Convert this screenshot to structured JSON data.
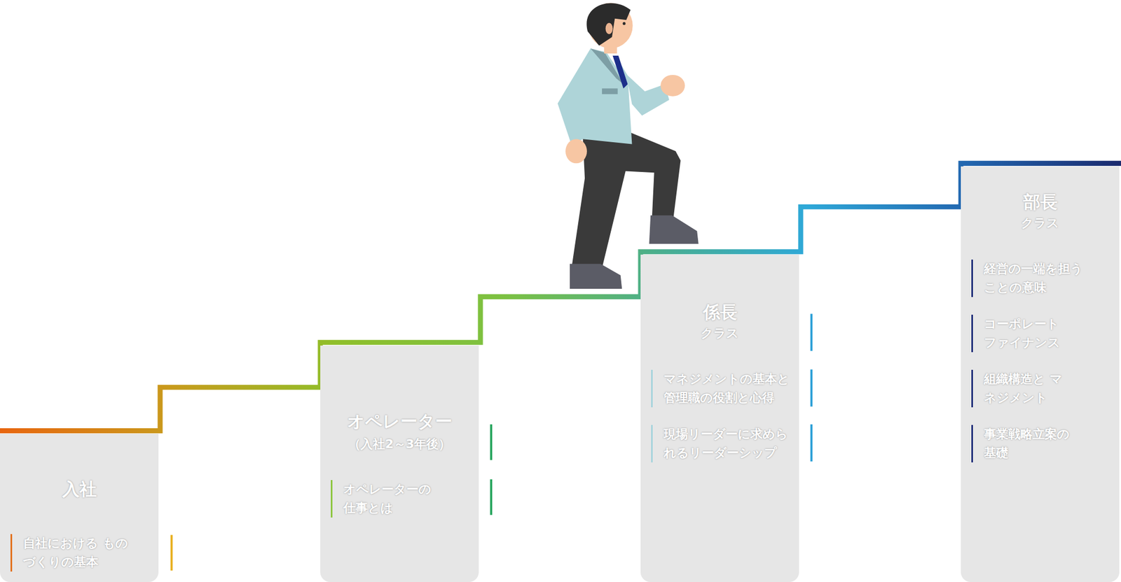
{
  "diagram": {
    "nodes": [
      {
        "text": [
          "入社",
          "自社における ものづくりの基本"
        ]
      },
      {
        "text": [
          "オペレーター",
          "（入社2～3年後）",
          "オペレーターの 仕事とは"
        ]
      },
      {
        "text": [
          "係長",
          "クラス",
          "マネジメントの基本と 管理職の役割と心得",
          "現場リーダーに求めら れるリーダーシップ"
        ]
      },
      {
        "text": [
          "部長",
          "クラス",
          "経営の一端を担う ことの意味",
          "コーポレート ファイナンス",
          "組織構造と マネジメント",
          "事業戦略立案の 基礎"
        ]
      }
    ]
  }
}
